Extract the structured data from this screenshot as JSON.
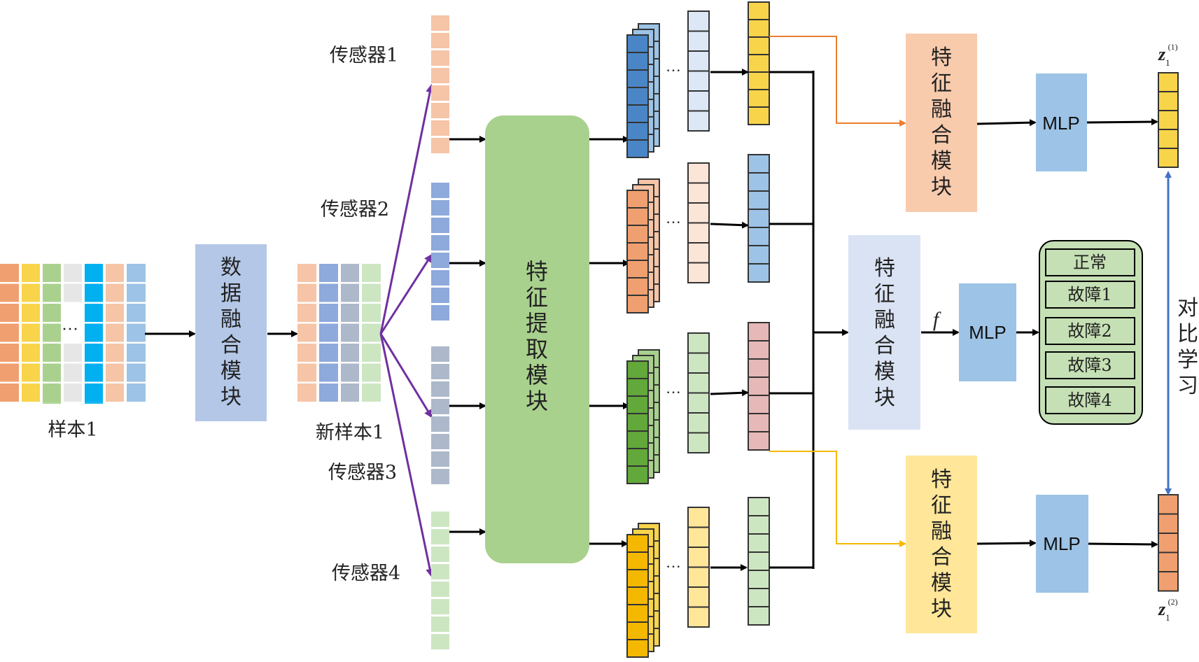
{
  "labels": {
    "sample": "样本1",
    "new_sample": "新样本1",
    "sensors": [
      "传感器1",
      "传感器2",
      "传感器3",
      "传感器4"
    ],
    "data_fusion": "数据融合模块",
    "feature_extraction": "特征提取模块",
    "feature_fusion": "特征融合模块",
    "mlp": "MLP",
    "f_symbol": "f",
    "contrastive": "对比学习",
    "z_top_main": "z",
    "z_top_sub": "1",
    "z_top_sup": "(1)",
    "z_bot_main": "z",
    "z_bot_sub": "1",
    "z_bot_sup": "(2)",
    "ellipsis": "···"
  },
  "classes": [
    "正常",
    "故障1",
    "故障2",
    "故障3",
    "故障4"
  ],
  "colors": {
    "peach": "#f6c4a6",
    "orange": "#f0a070",
    "yellow": "#f8d44a",
    "gold": "#f5b800",
    "green_light": "#a8d08d",
    "green_pale": "#cde6c2",
    "green_dark": "#62a83a",
    "blue": "#4a86c6",
    "blue_light": "#9dc3e6",
    "blue_pale": "#dce8f5",
    "blue_mid": "#8ea9db",
    "slate": "#adb9ca",
    "grey": "#e7e6e6",
    "cyan": "#00b0f0",
    "pink": "#e6b8b7",
    "purple": "#7030a0",
    "arrow_orange": "#ed7d31",
    "arrow_gold": "#f5b800",
    "arrow_blue": "#4472c4"
  }
}
